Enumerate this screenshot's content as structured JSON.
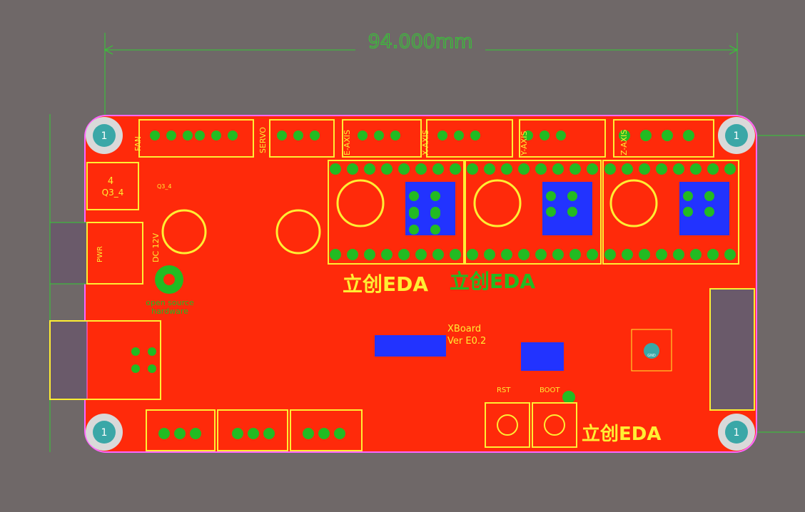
{
  "colors": {
    "background": "#6f6868",
    "board_copper": "#ff2a0a",
    "bottom_copper": "#2233ff",
    "silkscreen": "#ffee33",
    "pad": "#22bb22",
    "dimension": "#33cc33",
    "mounting_hole": "#3aa7a7",
    "outline": "#ff66ff"
  },
  "dimension": {
    "label": "94.000mm"
  },
  "mounting_hole": {
    "label": "1"
  },
  "connectors": {
    "fan": "FAN",
    "servo": "SERVO",
    "x_axis": "X-AXIS",
    "y_axis": "Y-AXIS",
    "z_axis": "Z-AXIS",
    "e_axis": "E-AXIS"
  },
  "components": {
    "q3_4": "Q3_4",
    "q3_4_small": "Q3_4",
    "q_number": "4",
    "dc_12v": "DC 12V",
    "pwr": "PWR",
    "gnd": "GND",
    "rst": "RST",
    "boot": "BOOT"
  },
  "oshw": {
    "line1": "open source",
    "line2": "hardware"
  },
  "board": {
    "name": "XBoard",
    "version": "Ver E0.2"
  },
  "logos": {
    "brand": "立创EDA",
    "logo_primary": "立创EDA",
    "logo_secondary": "立创EDA",
    "logo_bottom": "立创EDA"
  },
  "chip": {
    "label": "GND"
  }
}
